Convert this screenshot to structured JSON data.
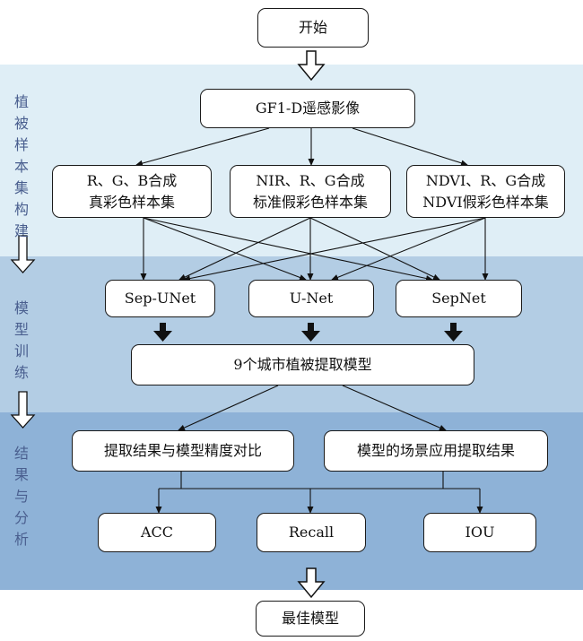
{
  "colors": {
    "band1": "#dfeef6",
    "band2": "#b3cde4",
    "band3": "#8eb2d7",
    "stage_text": "#4a5f8f"
  },
  "nodes": {
    "start": "开始",
    "source": "GF1-D遥感影像",
    "sample_rgb": [
      "R、G、B合成",
      "真彩色样本集"
    ],
    "sample_nir": [
      "NIR、R、G合成",
      "标准假彩色样本集"
    ],
    "sample_ndvi": [
      "NDVI、R、G合成",
      "NDVI假彩色样本集"
    ],
    "model_sepunet": "Sep-UNet",
    "model_unet": "U-Net",
    "model_sepnet": "SepNet",
    "city_models": "9个城市植被提取模型",
    "compare": "提取结果与模型精度对比",
    "scene": "模型的场景应用提取结果",
    "acc": "ACC",
    "recall": "Recall",
    "iou": "IOU",
    "best": "最佳模型"
  },
  "stages": {
    "build": [
      "植",
      "被",
      "样",
      "本",
      "集",
      "构",
      "建"
    ],
    "train": [
      "模",
      "型",
      "训",
      "练"
    ],
    "analysis": [
      "结",
      "果",
      "与",
      "分",
      "析"
    ]
  }
}
